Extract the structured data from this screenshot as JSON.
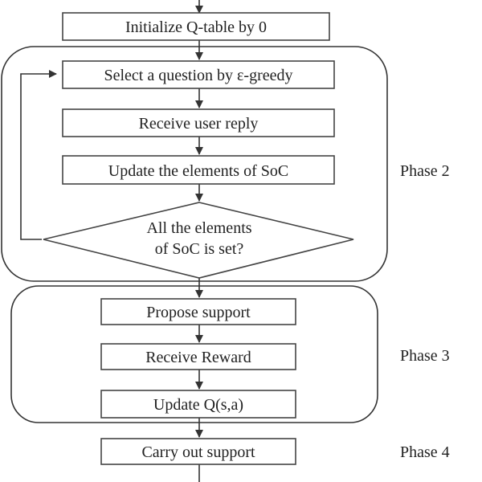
{
  "steps": {
    "init": "Initialize Q-table by 0",
    "select": "Select a question by ε-greedy",
    "receive_reply": "Receive user reply",
    "update_soc": "Update the elements of SoC",
    "decision_line1": "All the elements",
    "decision_line2": "of SoC is set?",
    "propose": "Propose support",
    "reward": "Receive Reward",
    "update_q": "Update Q(s,a)",
    "carry_out": "Carry out support"
  },
  "phases": {
    "phase2": "Phase 2",
    "phase3": "Phase 3",
    "phase4": "Phase 4"
  }
}
